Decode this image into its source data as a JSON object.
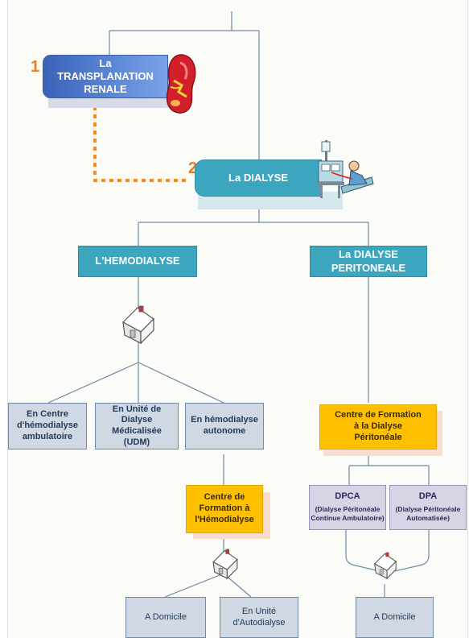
{
  "colors": {
    "teal": "#3da6bf",
    "grey_box": "#cfd8e3",
    "gold": "#ffc000",
    "lavender": "#d9d3e6",
    "orange_number": "#f07c1e",
    "dotted_link": "#f28c28",
    "line": "#6f8aa6"
  },
  "transplant": {
    "number": "1",
    "label": "La TRANSPLANATION RENALE",
    "icon": "kidney-icon"
  },
  "dialyse": {
    "number": "2",
    "label": "La DIALYSE",
    "icon": "dialysis-patient-icon"
  },
  "hemodialyse": {
    "label": "L'HEMODIALYSE"
  },
  "peritoneale": {
    "label": "La DIALYSE PERITONEALE"
  },
  "hemo_options": [
    {
      "label": "En Centre d'hémodialyse ambulatoire"
    },
    {
      "label": "En Unité de Dialyse Médicalisée (UDM)"
    },
    {
      "label": "En hémodialyse autonome"
    }
  ],
  "centre_hemo": {
    "label": "Centre de Formation à l'Hémodialyse"
  },
  "hemo_home": [
    {
      "label": "A Domicile"
    },
    {
      "label": "En Unité d'Autodialyse"
    }
  ],
  "centre_peri": {
    "label": "Centre de Formation à la Dialyse Péritonéale"
  },
  "dpca": {
    "title": "DPCA",
    "sub": "(Dialyse Péritonéale Continue Ambulatoire)"
  },
  "dpa": {
    "title": "DPA",
    "sub": "(Dialyse Péritonéale Automatisée)"
  },
  "peri_home": {
    "label": "A Domicile"
  },
  "house_icon": "house-icon"
}
